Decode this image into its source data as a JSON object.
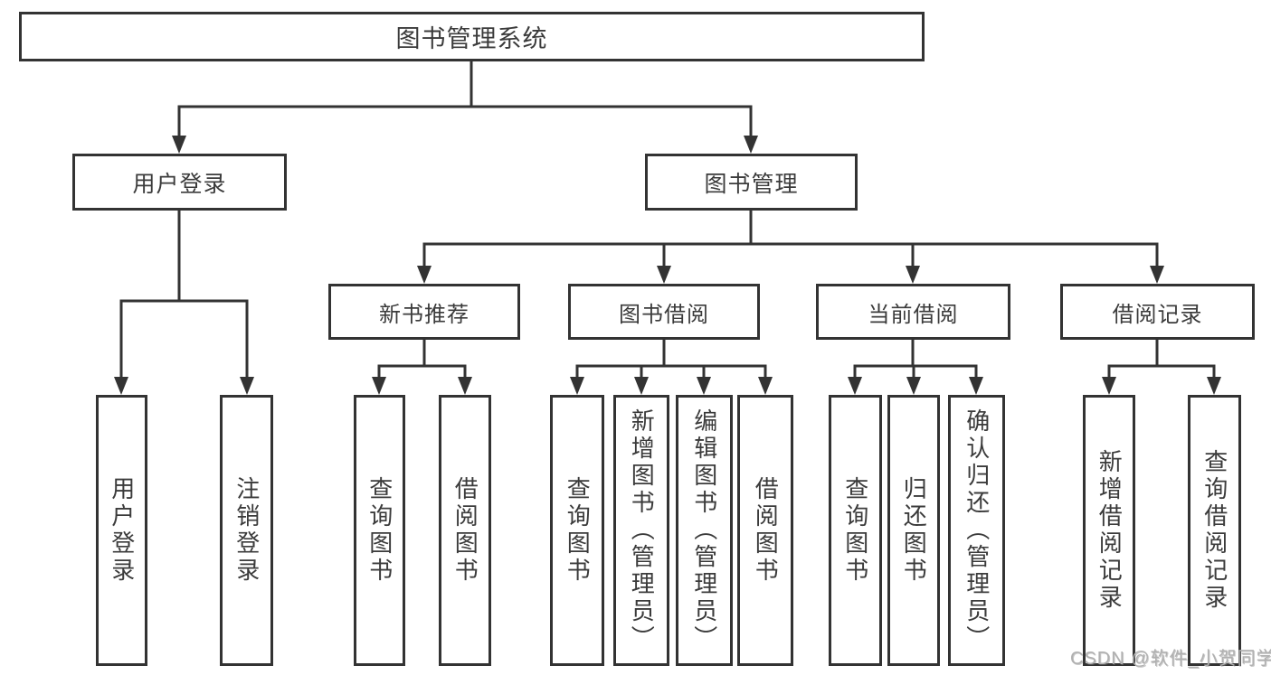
{
  "diagram": {
    "root": "图书管理系统",
    "branches": {
      "user_login": "用户登录",
      "book_mgmt": "图书管理"
    },
    "modules": {
      "new_rec": "新书推荐",
      "book_borrow": "图书借阅",
      "cur_borrow": "当前借阅",
      "borrow_rec": "借阅记录"
    },
    "leaves": {
      "ul_login": "用户登录",
      "ul_logout": "注销登录",
      "nr_query": "查询图书",
      "nr_borrow": "借阅图书",
      "bb_query": "查询图书",
      "bb_add": "新增图书（管理员）",
      "bb_edit": "编辑图书（管理员）",
      "bb_borrow": "借阅图书",
      "cb_query": "查询图书",
      "cb_return": "归还图书",
      "cb_confirm": "确认归还（管理员）",
      "br_add": "新增借阅记录",
      "br_query": "查询借阅记录"
    }
  },
  "watermark": "CSDN @软件_小贺同学",
  "colors": {
    "line": "#333333",
    "text": "#3b3b3b",
    "watermark-color": "#b0b0b0",
    "background": "#ffffff"
  }
}
